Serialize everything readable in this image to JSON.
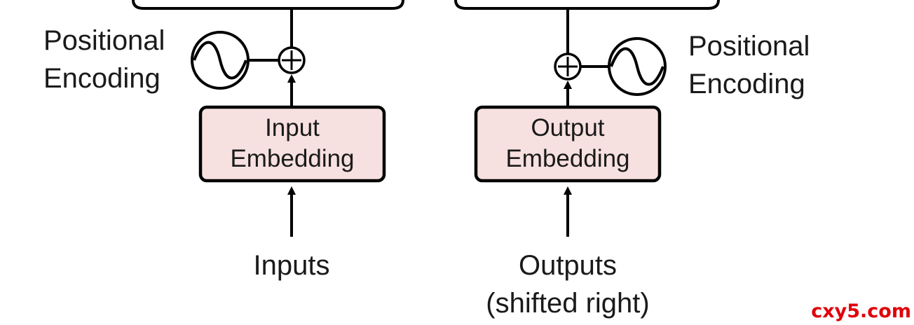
{
  "encoder": {
    "positional_encoding": [
      "Positional",
      "Encoding"
    ],
    "embedding": [
      "Input",
      "Embedding"
    ],
    "source": "Inputs"
  },
  "decoder": {
    "positional_encoding": [
      "Positional",
      "Encoding"
    ],
    "embedding": [
      "Output",
      "Embedding"
    ],
    "source": [
      "Outputs",
      "(shifted right)"
    ]
  },
  "colors": {
    "embedding_fill": "#f7e0e0",
    "stroke": "#000000",
    "watermark": "#e0000a"
  },
  "icons": {
    "sum": "circled-plus-icon",
    "encoding": "sine-wave-icon"
  },
  "watermark": "cxy5.com"
}
